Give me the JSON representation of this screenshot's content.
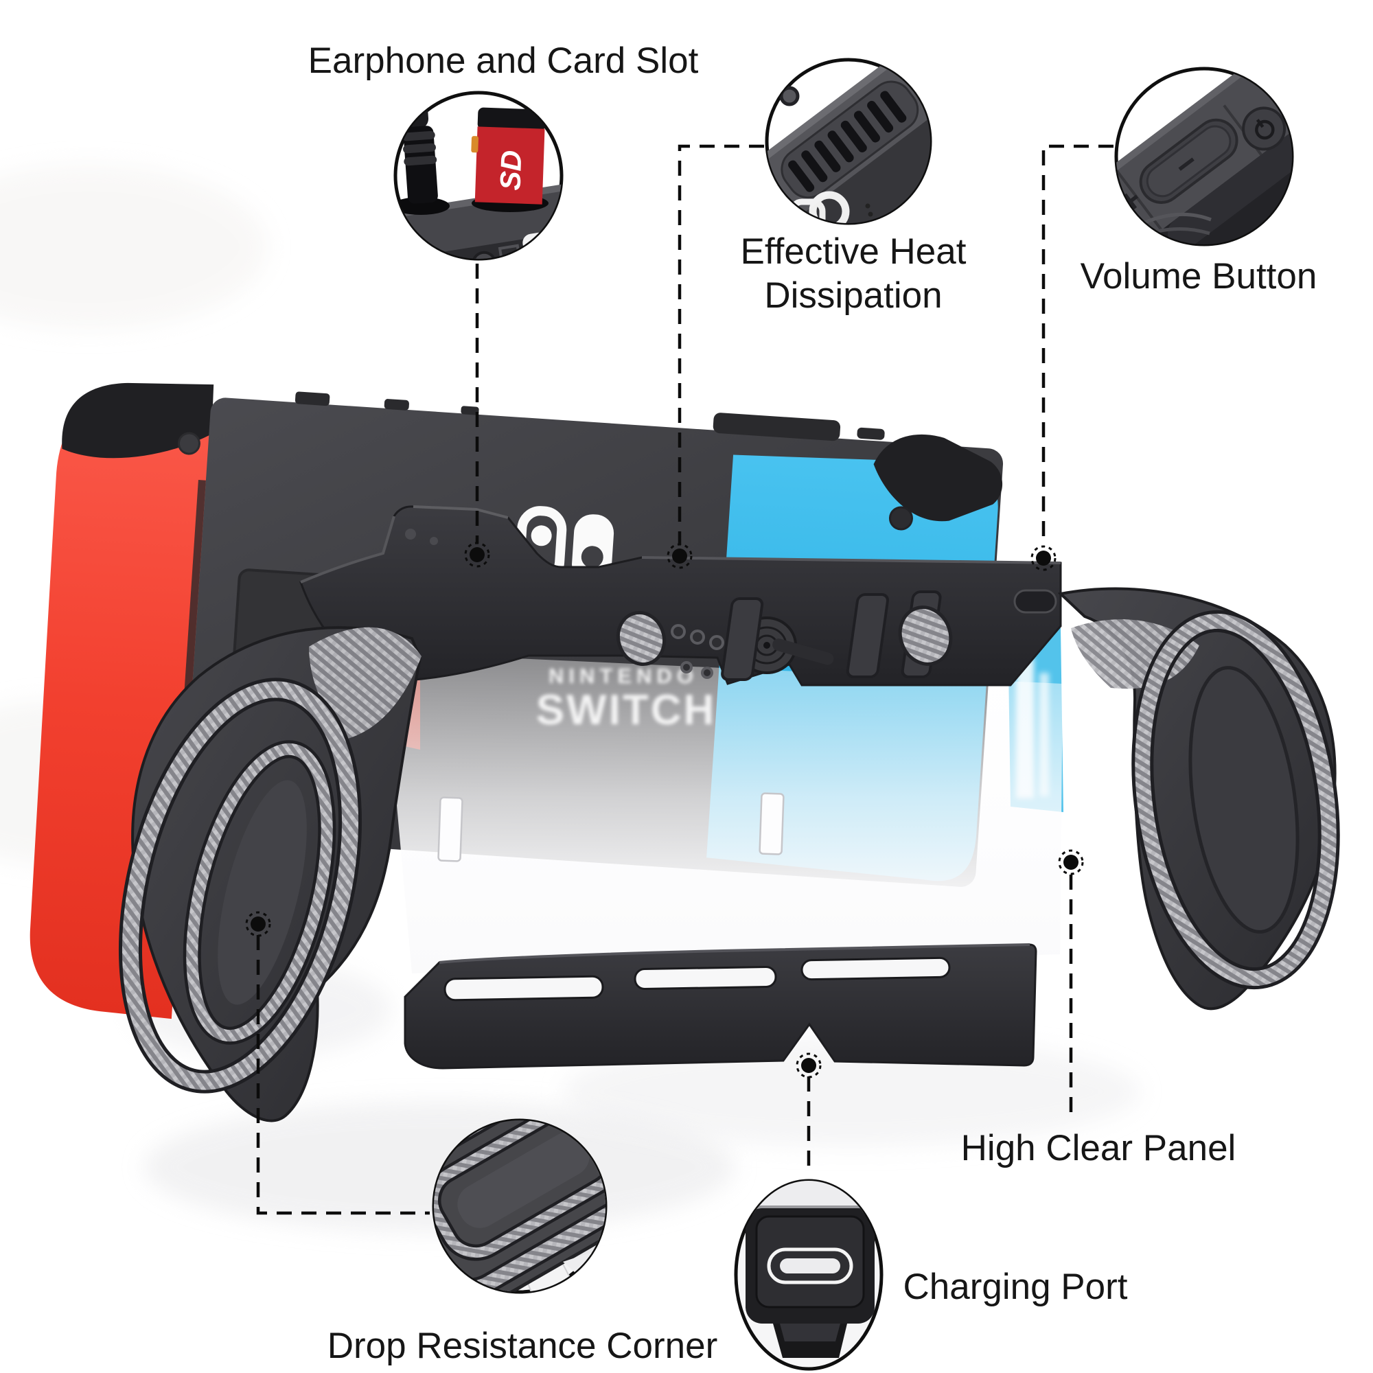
{
  "scene": {
    "background": "#ffffff",
    "line_color": "#0c0c0c"
  },
  "callouts": {
    "earphone_card_slot": {
      "label": "Earphone and Card Slot"
    },
    "heat_dissipation": {
      "line1": "Effective Heat",
      "line2": "Dissipation"
    },
    "volume_button": {
      "label": "Volume Button"
    },
    "high_clear_panel": {
      "label": "High Clear Panel"
    },
    "charging_port": {
      "label": "Charging Port"
    },
    "drop_resistance_corner": {
      "label": "Drop Resistance Corner"
    }
  },
  "product": {
    "brand_line1": "NINTENDO",
    "brand_line2": "SWITCH",
    "sd_card_label": "SD",
    "volume_plus": "+",
    "volume_minus": "−",
    "colors": {
      "joycon_left_red": "#f2402f",
      "joycon_right_blue": "#2db5e9",
      "console_gray": "#3f3f43",
      "case_black": "#303034",
      "sd_card_red": "#c4242b",
      "carbon_light": "#c6c6ca",
      "carbon_dark": "#85858b",
      "panel_clear": "#f6f6f8"
    }
  }
}
